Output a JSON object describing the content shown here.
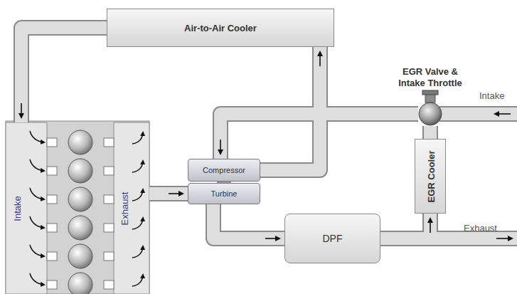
{
  "diagram": {
    "nodes": [
      {
        "text": [
          "Air-to-Air Cooler"
        ]
      },
      {
        "text": [
          "Intake"
        ]
      },
      {
        "text": [
          "Exhaust"
        ]
      },
      {
        "text": [
          "EGR Valve & Intake Throttle"
        ]
      },
      {
        "text": [
          "Compressor"
        ]
      },
      {
        "text": [
          "Turbine"
        ]
      },
      {
        "text": [
          "EGR Cooler"
        ]
      },
      {
        "text": [
          "DPF"
        ]
      }
    ],
    "edges": [
      {
        "from": 3,
        "to": 4,
        "arrow": "to"
      },
      {
        "from": 4,
        "to": 0,
        "arrow": "to"
      },
      {
        "from": 0,
        "to": 1,
        "arrow": "to"
      },
      {
        "from": 2,
        "to": 5,
        "arrow": "to"
      },
      {
        "from": 5,
        "to": 7,
        "arrow": "to"
      },
      {
        "from": 7,
        "to": 6,
        "arrow": "to"
      },
      {
        "from": 6,
        "to": 3,
        "arrow": "none"
      }
    ],
    "labels": [
      "Intake",
      "Exhaust"
    ]
  }
}
